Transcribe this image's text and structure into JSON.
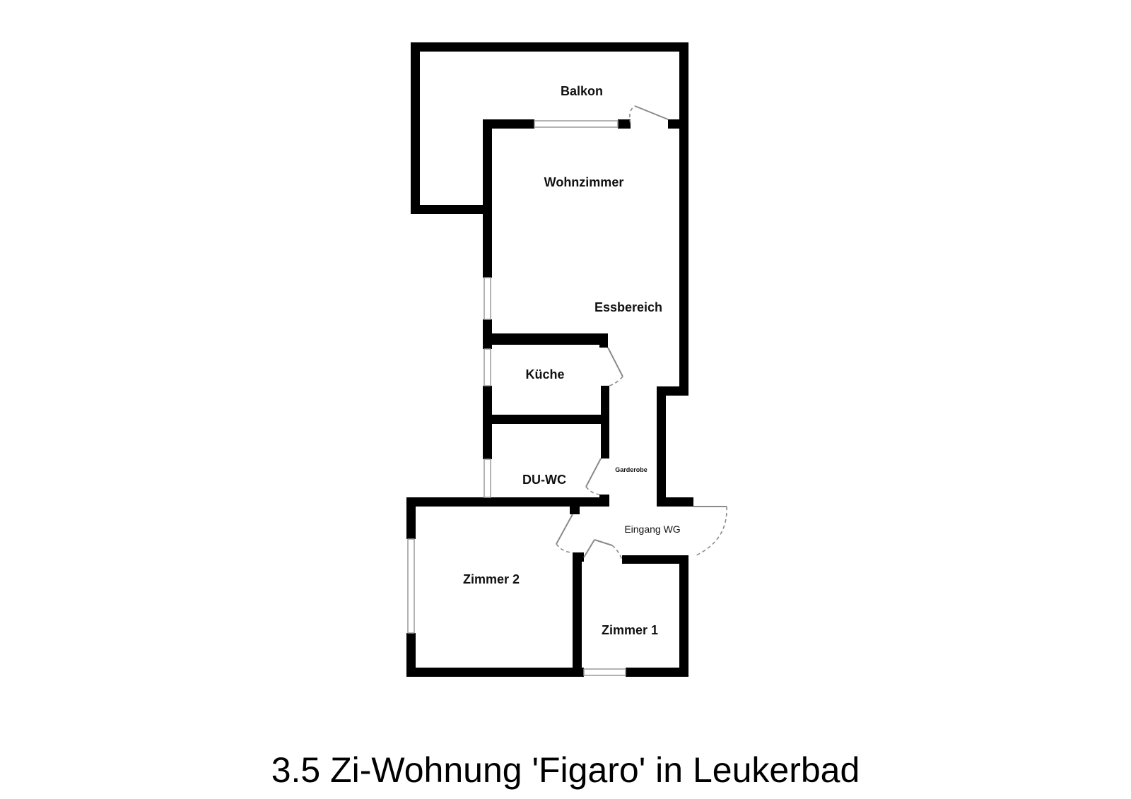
{
  "plan": {
    "title": "3.5 Zi-Wohnung 'Figaro' in Leukerbad",
    "rooms": {
      "balkon": "Balkon",
      "wohnzimmer": "Wohnzimmer",
      "essbereich": "Essbereich",
      "kueche": "Küche",
      "du_wc": "DU-WC",
      "garderobe": "Garderobe",
      "eingang": "Eingang WG",
      "zimmer2": "Zimmer 2",
      "zimmer1": "Zimmer 1"
    }
  },
  "colors": {
    "wall": "#000000",
    "background": "#ffffff",
    "door_swing": "#8a8a8a"
  }
}
